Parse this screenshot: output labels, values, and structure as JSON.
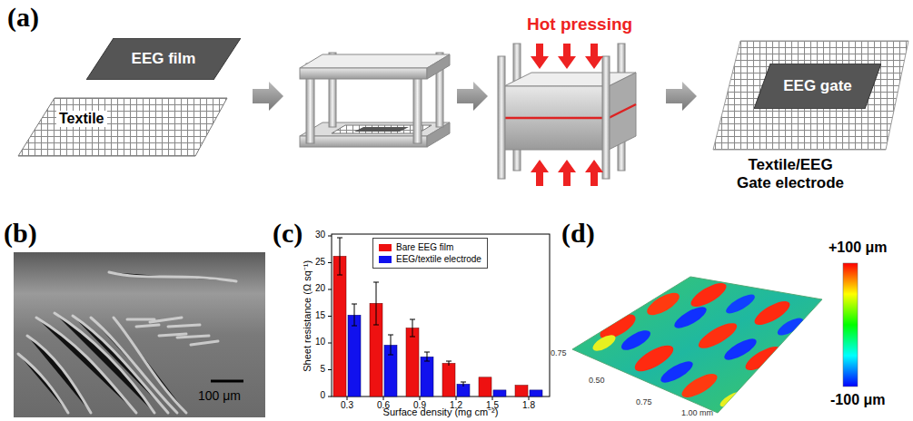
{
  "diagram": {
    "nodes": [
      {
        "text": [
          "EEG film"
        ]
      },
      {
        "text": [
          "EEG gate"
        ]
      }
    ],
    "labels": [
      "(a)",
      "Textile",
      "Hot pressing",
      "Textile/EEG Gate electrode",
      "(b)",
      "100 μm",
      "(c)",
      "Sheet resistance (Ω sq⁻¹)",
      "Surface density (mg cm⁻²)",
      "0",
      "5",
      "10",
      "15",
      "20",
      "25",
      "30",
      "0.3",
      "0.6",
      "0.9",
      "1.2",
      "1.5",
      "1.8",
      "(d)",
      "+100 μm",
      "-100 μm",
      "0.75",
      "0.50",
      "0.75",
      "1.00 mm"
    ],
    "legend": [
      {
        "text": "Bare EEG film",
        "color": "#ee1111"
      },
      {
        "text": "EEG/textile electrode",
        "color": "#1111ee"
      }
    ]
  }
}
